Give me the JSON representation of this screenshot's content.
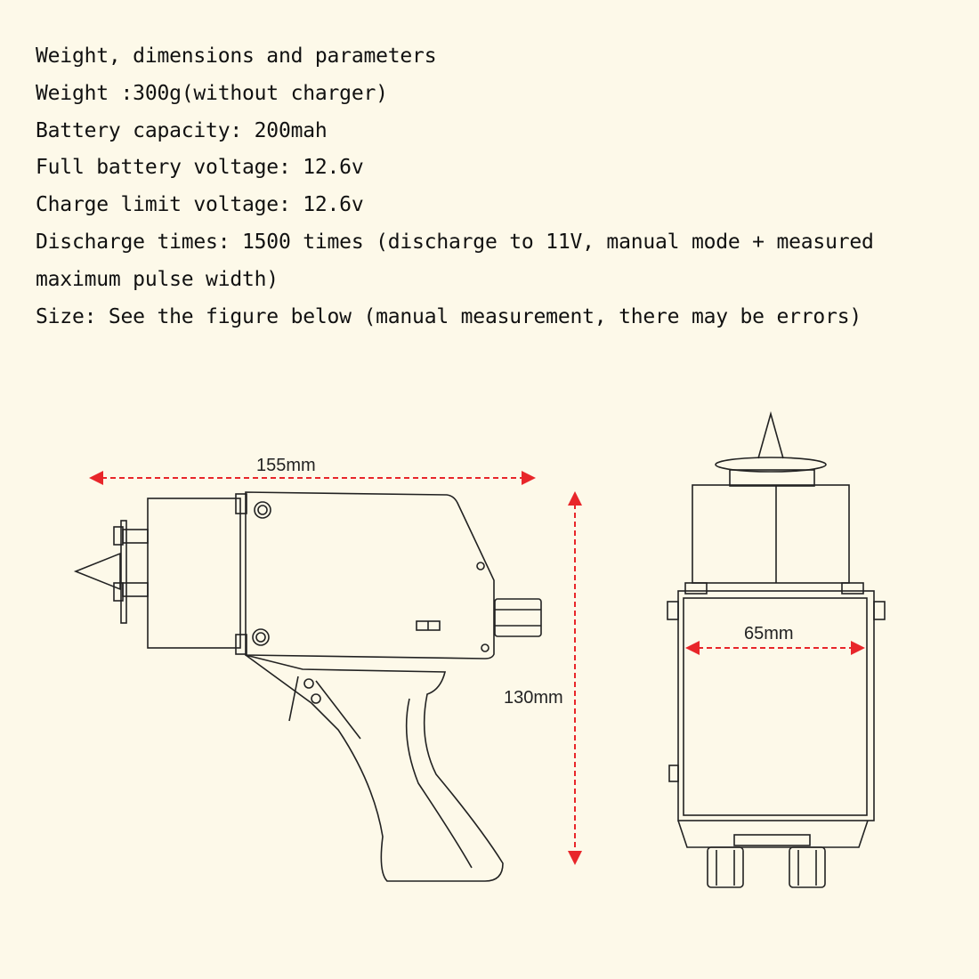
{
  "specs": {
    "heading": "Weight, dimensions and parameters",
    "lines": [
      "Weight :300g(without charger)",
      "Battery capacity: 200mah",
      "Full battery voltage: 12.6v",
      "Charge limit voltage: 12.6v",
      "Discharge times: 1500 times (discharge to 11V, manual mode + measured",
      "maximum pulse width)",
      "Size: See the figure below (manual measurement, there may be errors)"
    ]
  },
  "diagram": {
    "length_label": "155mm",
    "height_label": "130mm",
    "width_label": "65mm",
    "dimension_color": "#e8262a"
  }
}
